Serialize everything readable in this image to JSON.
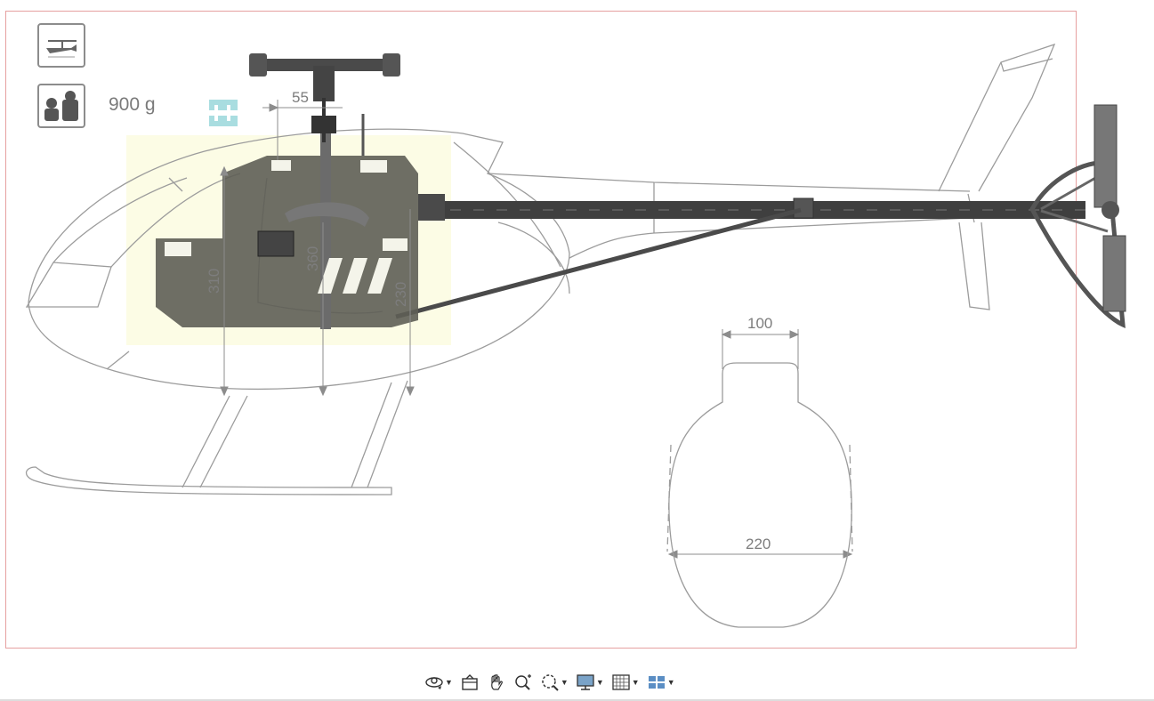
{
  "properties": {
    "weight": "900 g"
  },
  "dimensions": {
    "d55": "55",
    "d310": "310",
    "d360": "360",
    "d230": "230",
    "d100": "100",
    "d220": "220"
  },
  "icons": {
    "view": "helicopter-view-icon",
    "weight": "weights-icon",
    "frame": "frame-icon"
  },
  "toolbar": {
    "items": [
      "orbit-icon",
      "home-view-icon",
      "pan-icon",
      "zoom-icon",
      "zoom-window-icon",
      "display-icon",
      "grid-icon",
      "layout-icon"
    ]
  },
  "colors": {
    "frame_highlight": "#fbfbe0",
    "frame": "#5f5f55",
    "outline": "#9a9a9a",
    "viewport_border": "#e6a0a0"
  }
}
